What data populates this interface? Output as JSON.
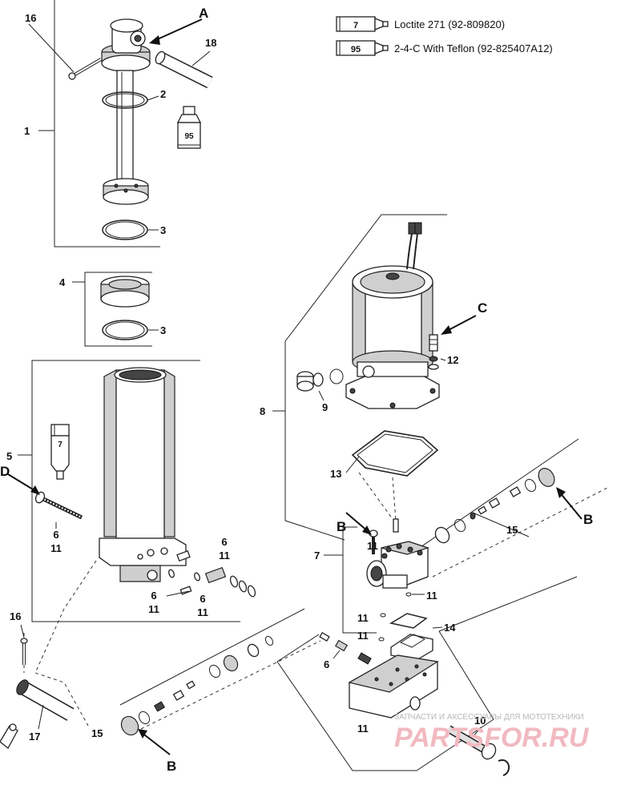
{
  "legend": [
    {
      "code": "7",
      "text": "Loctite 271 (92-809820)"
    },
    {
      "code": "95",
      "text": "2-4-C  With Teflon (92-825407A12)"
    }
  ],
  "callouts": {
    "A": "A",
    "B": "B",
    "C": "C",
    "D": "D",
    "n1": "1",
    "n2": "2",
    "n3": "3",
    "n4": "4",
    "n5": "5",
    "n6": "6",
    "n7": "7",
    "n8": "8",
    "n9": "9",
    "n10": "10",
    "n11": "11",
    "n12": "12",
    "n13": "13",
    "n14": "14",
    "n15": "15",
    "n16": "16",
    "n17": "17",
    "n18": "18"
  },
  "tube_labels": {
    "t7": "7",
    "t95": "95"
  },
  "watermark": {
    "caption": "ЗАПЧАСТИ И АКСЕССУАРЫ ДЛЯ МОТОТЕХНИКИ",
    "brand": "PARTSFOR.RU"
  }
}
